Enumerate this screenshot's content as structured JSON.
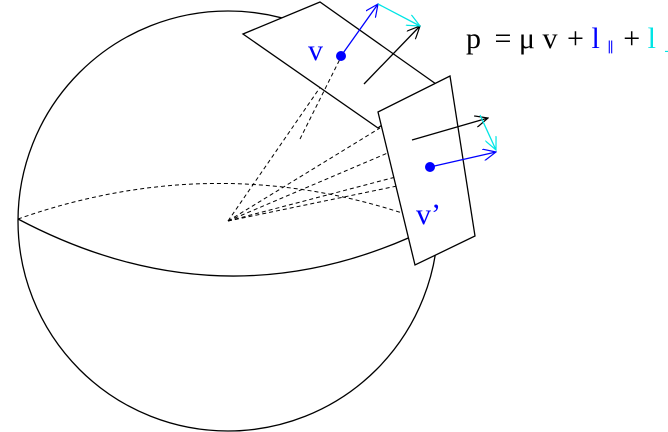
{
  "labels": {
    "tangent_point_upper": "v",
    "tangent_point_lower": "v’"
  },
  "equation": {
    "lhs": "p",
    "equals": "=",
    "mu": "μ",
    "v": "v",
    "plus1": "+",
    "l_par": "l",
    "par_sub": "∥",
    "plus2": "+",
    "l_perp": "l",
    "perp_sub": "⊥"
  },
  "colors": {
    "black": "#000000",
    "blue": "#0000ff",
    "cyan": "#00e5e5"
  },
  "icons": {
    "point_marker": "filled-circle",
    "vector_arrow": "open-arrowhead"
  }
}
